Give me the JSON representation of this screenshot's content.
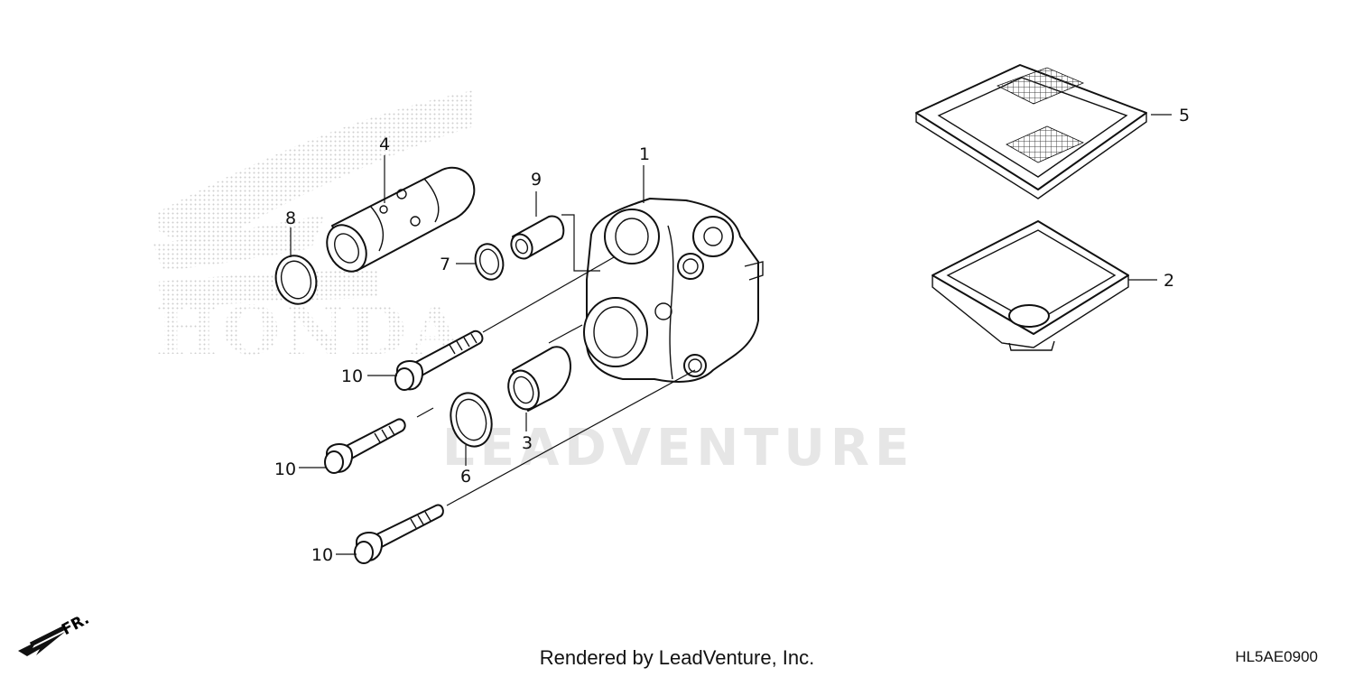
{
  "watermark": {
    "brand_text": "LEADVENTURE",
    "logo_text": "HONDA"
  },
  "direction_label": "FR.",
  "callouts": {
    "p1": "1",
    "p2": "2",
    "p3": "3",
    "p4": "4",
    "p5": "5",
    "p6": "6",
    "p7": "7",
    "p8": "8",
    "p9": "9",
    "p10": "10"
  },
  "footer": {
    "credit": "Rendered by LeadVenture, Inc.",
    "diagram_code": "HL5AE0900"
  }
}
